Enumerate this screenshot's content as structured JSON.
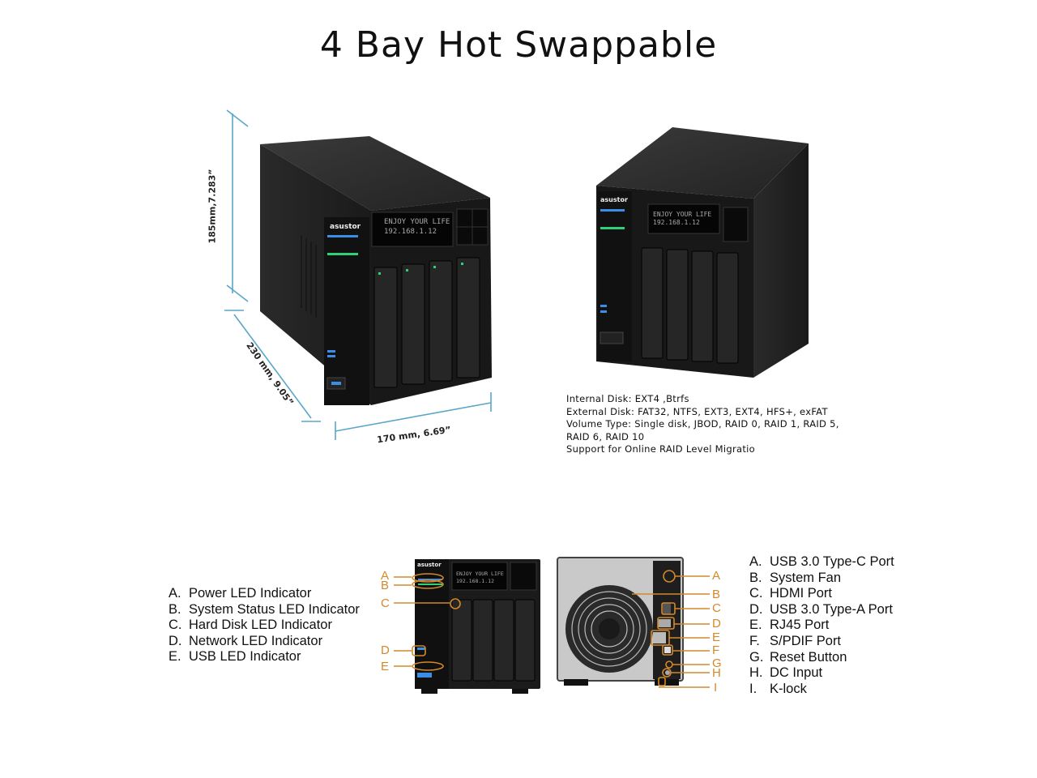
{
  "title": "4 Bay Hot Swappable",
  "dimensions": {
    "height": "185mm,7.283”",
    "depth": "230 mm, 9.05”",
    "width": "170 mm, 6.69”"
  },
  "device": {
    "brand": "asustor",
    "lcd_line1": "ENJOY YOUR LIFE",
    "lcd_line2": "192.168.1.12"
  },
  "specs": [
    "Internal Disk: EXT4 ,Btrfs",
    "External Disk: FAT32, NTFS, EXT3, EXT4, HFS+, exFAT",
    "Volume Type: Single disk, JBOD, RAID 0, RAID 1, RAID 5,",
    "RAID 6, RAID 10",
    "Support for Online RAID Level Migratio"
  ],
  "front_legend": [
    {
      "letter": "A.",
      "label": "Power LED Indicator"
    },
    {
      "letter": "B.",
      "label": "System Status LED Indicator"
    },
    {
      "letter": "C.",
      "label": "Hard Disk LED Indicator"
    },
    {
      "letter": "D.",
      "label": "Network LED Indicator"
    },
    {
      "letter": "E.",
      "label": "USB LED Indicator"
    }
  ],
  "rear_legend": [
    {
      "letter": "A.",
      "label": "USB 3.0 Type-C Port"
    },
    {
      "letter": "B.",
      "label": "System Fan"
    },
    {
      "letter": "C.",
      "label": "HDMI Port"
    },
    {
      "letter": "D.",
      "label": "USB 3.0 Type-A Port"
    },
    {
      "letter": "E.",
      "label": "RJ45 Port"
    },
    {
      "letter": "F.",
      "label": "S/PDIF Port"
    },
    {
      "letter": "G.",
      "label": "Reset Button"
    },
    {
      "letter": "H.",
      "label": "DC Input"
    },
    {
      "letter": "I.",
      "label": "K-lock"
    }
  ],
  "front_callouts": [
    "A",
    "B",
    "C",
    "D",
    "E"
  ],
  "rear_callouts": [
    "A",
    "B",
    "C",
    "D",
    "E",
    "F",
    "G",
    "H",
    "I"
  ],
  "colors": {
    "dimension_line": "#5aa6c8",
    "callout": "#d4882a",
    "device_body": "#1e1e1e",
    "led_blue": "#3a8ee6",
    "led_green": "#2fd07a"
  }
}
